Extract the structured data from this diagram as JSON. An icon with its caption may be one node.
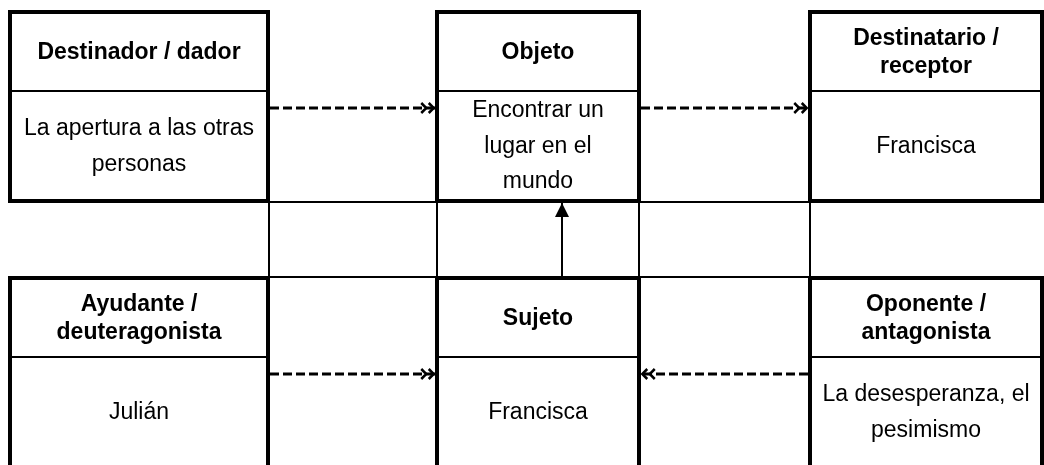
{
  "diagram": {
    "nodes": [
      {
        "text": [
          "Destinador / dador",
          "La apertura a las otras personas"
        ]
      },
      {
        "text": [
          "Objeto",
          "Encontrar un lugar en el mundo"
        ]
      },
      {
        "text": [
          "Destinatario / receptor",
          "Francisca"
        ]
      },
      {
        "text": [
          "Ayudante / deuteragonista",
          "Julián"
        ]
      },
      {
        "text": [
          "Sujeto",
          "Francisca"
        ]
      },
      {
        "text": [
          "Oponente / antagonista",
          "La desesperanza, el pesimismo"
        ]
      }
    ],
    "edges": [
      {
        "from": 0,
        "to": 1,
        "arrow": "to",
        "style": "dashed"
      },
      {
        "from": 1,
        "to": 2,
        "arrow": "to",
        "style": "dashed"
      },
      {
        "from": 4,
        "to": 1,
        "arrow": "to"
      },
      {
        "from": 3,
        "to": 4,
        "arrow": "to",
        "style": "dashed"
      },
      {
        "from": 5,
        "to": 4,
        "arrow": "to",
        "style": "dashed"
      }
    ]
  }
}
